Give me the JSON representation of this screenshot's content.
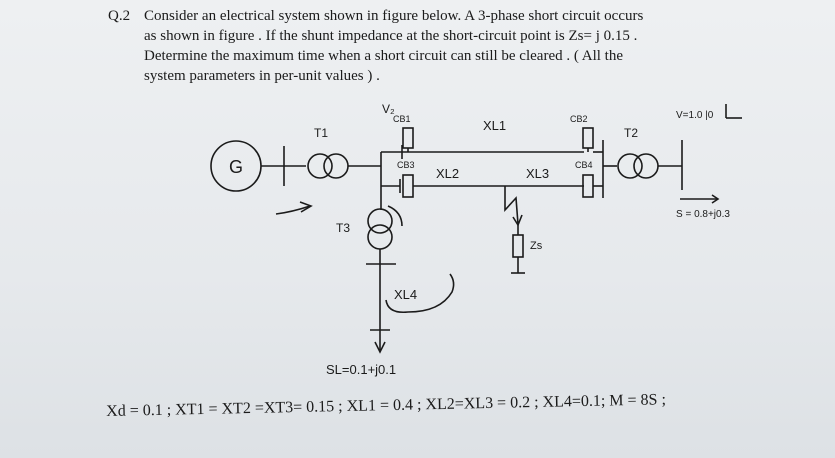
{
  "question": {
    "number": "Q.2",
    "lines": [
      "Consider an electrical system shown in figure below.  A 3-phase short circuit occurs",
      "as shown in figure .  If the shunt impedance at  the short-circuit point is Zs= j 0.15 .",
      "Determine the maximum time when  a short circuit can still be cleared . ( All the",
      "system parameters in per-unit values ) ."
    ]
  },
  "diagram": {
    "generator": "G",
    "v2": "V₂",
    "t1": "T1",
    "t2": "T2",
    "t3": "T3",
    "cb1": "CB1",
    "cb2": "CB2",
    "cb3": "CB3",
    "cb4": "CB4",
    "xl1": "XL1",
    "xl2": "XL2",
    "xl3": "XL3",
    "xl4": "XL4",
    "zs": "Zs",
    "v_infinite": "V=1.0 |0",
    "s_load": "S = 0.8+j0.3",
    "sl_load": "SL=0.1+j0.1"
  },
  "parameters": "Xd = 0.1  ; XT1 = XT2 =XT3= 0.15  ; XL1 = 0.4  ; XL2=XL3 = 0.2  ; XL4=0.1; M = 8S ;",
  "colors": {
    "ink": "#1b1b1b",
    "paper": "#e9ecef"
  }
}
